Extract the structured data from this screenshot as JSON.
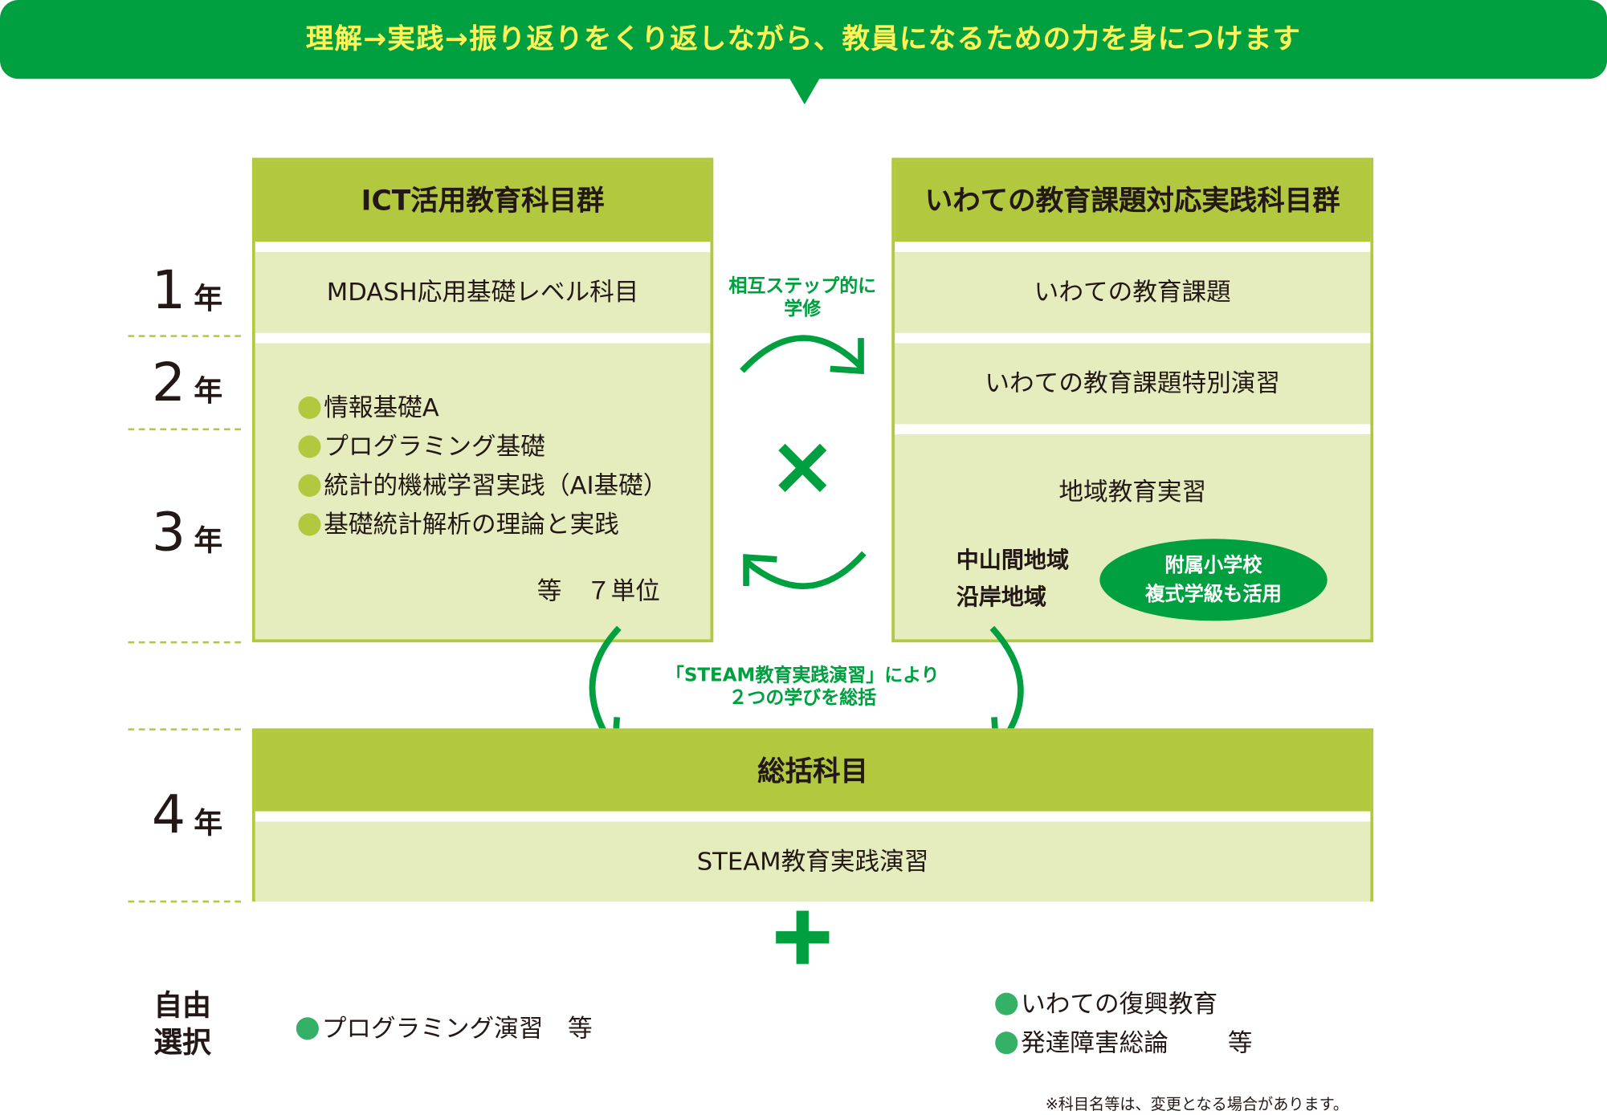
{
  "banner": {
    "text": "理解→実践→振り返りをくり返しながら、教員になるための力を身につけます"
  },
  "years": [
    {
      "num": "1",
      "unit": "年"
    },
    {
      "num": "2",
      "unit": "年"
    },
    {
      "num": "3",
      "unit": "年"
    },
    {
      "num": "4",
      "unit": "年"
    }
  ],
  "left_group": {
    "title": "ICT活用教育科目群",
    "row1": "MDASH応用基礎レベル科目",
    "items": [
      "情報基礎A",
      "プログラミング基礎",
      "統計的機械学習実践（AI基礎）",
      "基礎統計解析の理論と実践"
    ],
    "footer": "等　７単位"
  },
  "right_group": {
    "title": "いわての教育課題対応実践科目群",
    "row1": "いわての教育課題",
    "row2": "いわての教育課題特別演習",
    "row3": "地域教育実習",
    "areas": [
      "中山間地域",
      "沿岸地域"
    ],
    "badge": [
      "附属小学校",
      "複式学級も活用"
    ]
  },
  "middle": {
    "note": [
      "相互ステップ的に",
      "学修"
    ],
    "cross": "×",
    "steam_note": [
      "「STEAM教育実践演習」により",
      "２つの学びを総括"
    ],
    "plus": "+"
  },
  "summary_group": {
    "title": "総括科目",
    "row": "STEAM教育実践演習"
  },
  "electives": {
    "label": [
      "自由",
      "選択"
    ],
    "left": [
      "プログラミング演習　等"
    ],
    "right": [
      "いわての復興教育",
      "発達障害総論"
    ],
    "right_suffix": "等"
  },
  "footnote": "※科目名等は、変更となる場合があります。",
  "colors": {
    "green": "#00a040",
    "lime": "#b2c93f",
    "pale": "#e5edbf",
    "yellow": "#fff35a"
  }
}
